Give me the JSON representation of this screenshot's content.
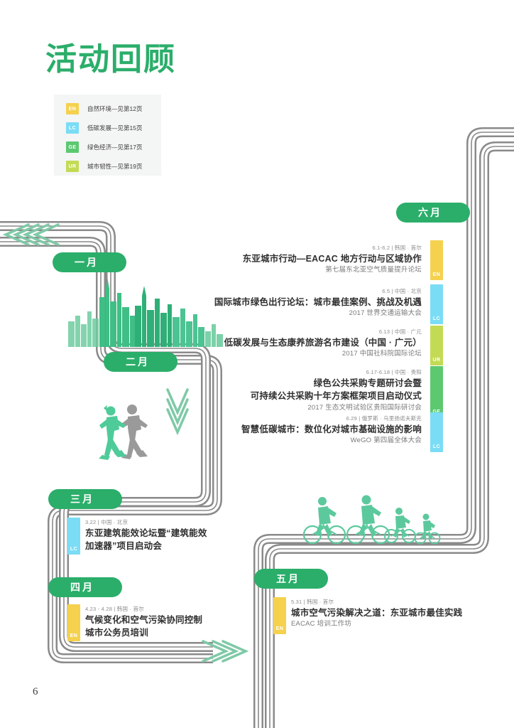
{
  "page": {
    "title": "活动回顾",
    "page_number": "6",
    "accent_green": "#2BAE6A",
    "road_gray": "#8a8a8a"
  },
  "legend": {
    "items": [
      {
        "code": "EN",
        "color": "#F5D14E",
        "text": "自然环境—见第12页"
      },
      {
        "code": "LC",
        "color": "#7BDCF5",
        "text": "低碳发展—见第15页"
      },
      {
        "code": "GE",
        "color": "#5CC971",
        "text": "绿色经济—见第17页"
      },
      {
        "code": "UR",
        "color": "#C3DB54",
        "text": "城市韧性—见第19页"
      }
    ]
  },
  "months": [
    {
      "key": "jan",
      "label": "一月"
    },
    {
      "key": "feb",
      "label": "二月"
    },
    {
      "key": "mar",
      "label": "三月"
    },
    {
      "key": "apr",
      "label": "四月"
    },
    {
      "key": "may",
      "label": "五月"
    },
    {
      "key": "jun",
      "label": "六月"
    }
  ],
  "events": {
    "jun": [
      {
        "meta": "6.1-6.2 | 韩国 · 首尔",
        "title": "东亚城市行动—EACAC 地方行动与区域协作",
        "sub": "第七届东北亚空气质量提升论坛",
        "tag": "EN",
        "tag_color": "#F5D14E"
      },
      {
        "meta": "6.5 | 中国 · 北京",
        "title": "国际城市绿色出行论坛：城市最佳案例、挑战及机遇",
        "sub": "2017 世界交通运输大会",
        "tag": "LC",
        "tag_color": "#7BDCF5"
      },
      {
        "meta": "6.13 | 中国 · 广元",
        "title": "低碳发展与生态康养旅游名市建设（中国 · 广元）",
        "sub": "2017 中国社科院国际论坛",
        "tag": "UR",
        "tag_color": "#C3DB54"
      },
      {
        "meta": "6.17-6.18 | 中国 · 贵阳",
        "title": "绿色公共采购专题研讨会暨",
        "title2": "可持续公共采购十年方案框架项目启动仪式",
        "sub": "2017 生态文明试验区贵阳国际研讨会",
        "tag": "GE",
        "tag_color": "#5CC971"
      },
      {
        "meta": "6.29 | 俄罗斯 · 乌里扬诺夫斯克",
        "title": "智慧低碳城市：数位化对城市基础设施的影响",
        "sub": "WeGO 第四届全体大会",
        "tag": "LC",
        "tag_color": "#7BDCF5"
      }
    ],
    "mar": [
      {
        "meta": "3.22 | 中国 · 北京",
        "title": "东亚建筑能效论坛暨“建筑能效",
        "title2": "加速器”项目启动会",
        "tag": "LC",
        "tag_color": "#7BDCF5"
      }
    ],
    "apr": [
      {
        "meta": "4.23 - 4.28 | 韩国 · 首尔",
        "title": "气候变化和空气污染协同控制",
        "title2": "城市公务员培训",
        "tag": "EN",
        "tag_color": "#F5D14E"
      }
    ],
    "may": [
      {
        "meta": "5.31 | 韩国 · 首尔",
        "title": "城市空气污染解决之道：东亚城市最佳实践",
        "sub": "EACAC 培训工作坊",
        "tag": "EN",
        "tag_color": "#F5D14E"
      }
    ]
  }
}
